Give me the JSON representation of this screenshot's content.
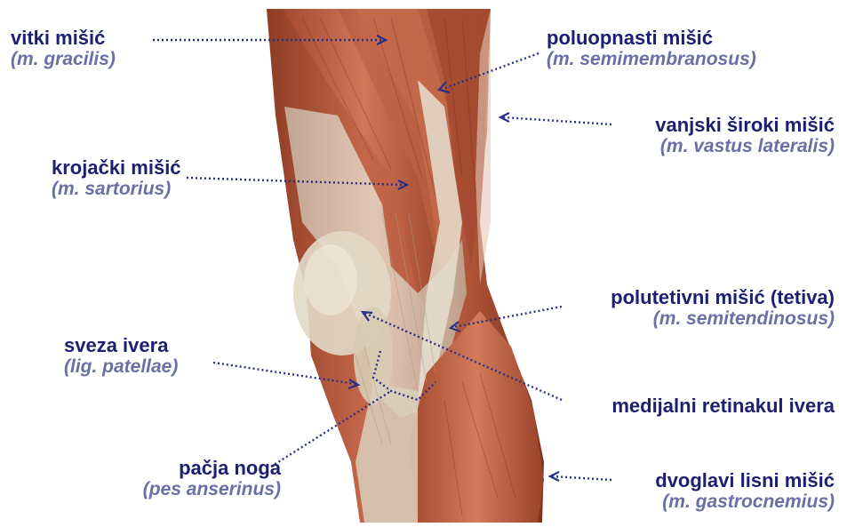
{
  "labels": {
    "gracilis": {
      "name": "vitki mišić",
      "latin": "(m. gracilis)"
    },
    "semimembranosus": {
      "name": "poluopnasti mišić",
      "latin": "(m. semimembranosus)"
    },
    "vastus_lateralis": {
      "name": "vanjski široki mišić",
      "latin": "(m. vastus lateralis)"
    },
    "sartorius": {
      "name": "krojački mišić",
      "latin": "(m. sartorius)"
    },
    "semitendinosus": {
      "name": "polutetivni mišić (tetiva)",
      "latin": "(m. semitendinosus)"
    },
    "patellar_ligament": {
      "name": "sveza ivera",
      "latin": "(lig. patellae)"
    },
    "retinaculum": {
      "name": "medijalni retinakul ivera"
    },
    "pes_anserinus": {
      "name": "pačja noga",
      "latin": "(pes anserinus)"
    },
    "gastrocnemius": {
      "name": "dvoglavi lisni mišić",
      "latin": "(m. gastrocnemius)"
    }
  },
  "colors": {
    "label_main": "#1c2070",
    "label_latin": "#6a6fa6",
    "leader_line": "#2a2f86",
    "muscle": "#b85a3c",
    "tendon": "#d8d0c0"
  }
}
